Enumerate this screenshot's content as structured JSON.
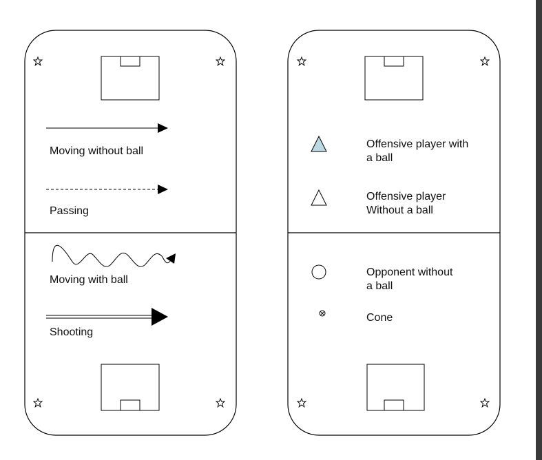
{
  "left_field": {
    "legend": [
      {
        "id": "move-no-ball",
        "label": "Moving without ball",
        "style": "solid-arrow"
      },
      {
        "id": "passing",
        "label": "Passing",
        "style": "dashed-arrow"
      },
      {
        "id": "move-ball",
        "label": "Moving with ball",
        "style": "wavy-arrow"
      },
      {
        "id": "shooting",
        "label": "Shooting",
        "style": "double-line-arrow"
      }
    ]
  },
  "right_field": {
    "legend": [
      {
        "id": "off-with-ball",
        "label_lines": [
          "Offensive player with",
          "a ball"
        ],
        "symbol": "triangle-filled"
      },
      {
        "id": "off-without-ball",
        "label_lines": [
          "Offensive player",
          "Without a ball"
        ],
        "symbol": "triangle-empty"
      },
      {
        "id": "opp-without-ball",
        "label_lines": [
          "Opponent without",
          "a ball"
        ],
        "symbol": "circle"
      },
      {
        "id": "cone",
        "label_lines": [
          "Cone"
        ],
        "symbol": "circled-x"
      }
    ]
  },
  "colors": {
    "line": "#000000",
    "filled_triangle": "#bcd9e3",
    "background": "#ffffff",
    "scrollbar": "#3a3a3a"
  },
  "icons": {
    "corner": "star-outline-icon",
    "cone": "circled-x-icon"
  }
}
